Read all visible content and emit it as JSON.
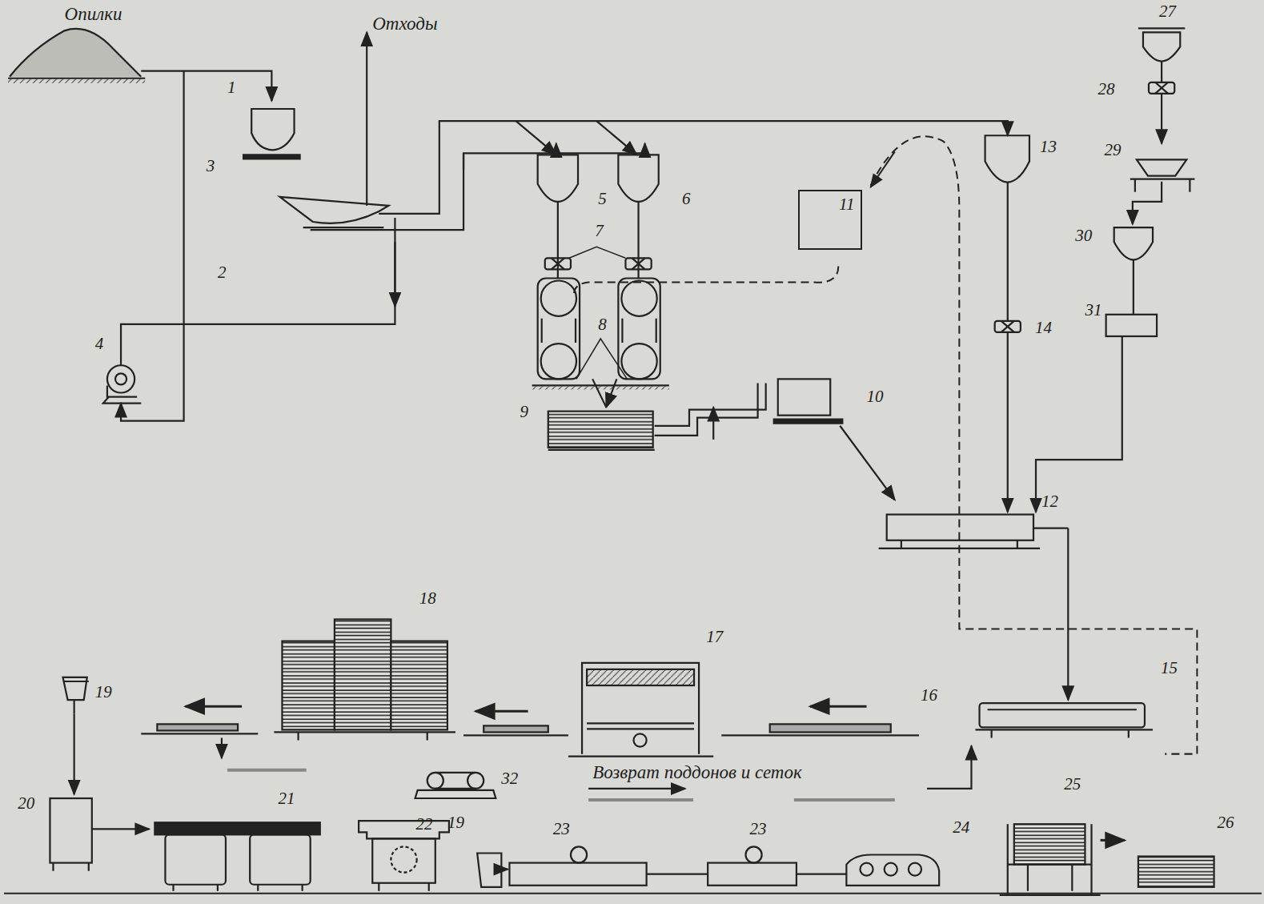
{
  "diagram": {
    "nodes": [
      {
        "text": [
          "11"
        ]
      }
    ],
    "labels": [
      "Опилки",
      "Отходы",
      "1",
      "3",
      "2",
      "4",
      "5",
      "6",
      "7",
      "8",
      "9",
      "10",
      "12",
      "13",
      "14",
      "15",
      "16",
      "17",
      "18",
      "19",
      "20",
      "21",
      "22",
      "32",
      "Возврат поддонов и сеток",
      "19",
      "23",
      "23",
      "24",
      "25",
      "26",
      "27",
      "28",
      "29",
      "30",
      "31"
    ]
  }
}
